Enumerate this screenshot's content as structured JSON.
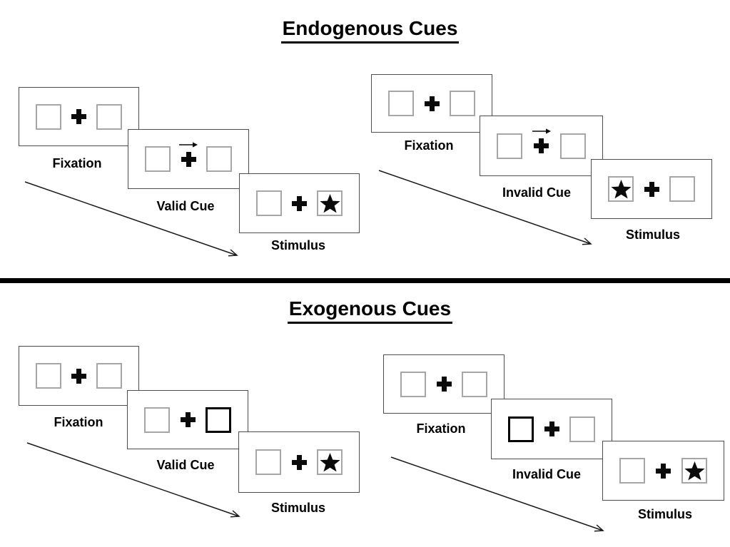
{
  "figure": {
    "top_section_title": "Endogenous Cues",
    "bottom_section_title": "Exogenous Cues"
  },
  "colors": {
    "frame_border": "#4d4d4d",
    "square_border": "#a6a6a6",
    "ink": "#000000"
  },
  "icons": {
    "fixation_cross": "heavy-plus-cross",
    "cue_arrow": "right-arrow",
    "target_star": "black-star"
  },
  "panels": [
    {
      "id": "endogenous-valid",
      "section": "endogenous",
      "cue_type": "central-arrow",
      "cue_direction": "right",
      "star_side": "right",
      "steps": [
        {
          "label": "Fixation"
        },
        {
          "label": "Valid Cue"
        },
        {
          "label": "Stimulus"
        }
      ]
    },
    {
      "id": "endogenous-invalid",
      "section": "endogenous",
      "cue_type": "central-arrow",
      "cue_direction": "right",
      "star_side": "left",
      "steps": [
        {
          "label": "Fixation"
        },
        {
          "label": "Invalid Cue"
        },
        {
          "label": "Stimulus"
        }
      ]
    },
    {
      "id": "exogenous-valid",
      "section": "exogenous",
      "cue_type": "peripheral-highlight",
      "highlight_side": "right",
      "star_side": "right",
      "steps": [
        {
          "label": "Fixation"
        },
        {
          "label": "Valid Cue"
        },
        {
          "label": "Stimulus"
        }
      ]
    },
    {
      "id": "exogenous-invalid",
      "section": "exogenous",
      "cue_type": "peripheral-highlight",
      "highlight_side": "left",
      "star_side": "right",
      "steps": [
        {
          "label": "Fixation"
        },
        {
          "label": "Invalid Cue"
        },
        {
          "label": "Stimulus"
        }
      ]
    }
  ]
}
